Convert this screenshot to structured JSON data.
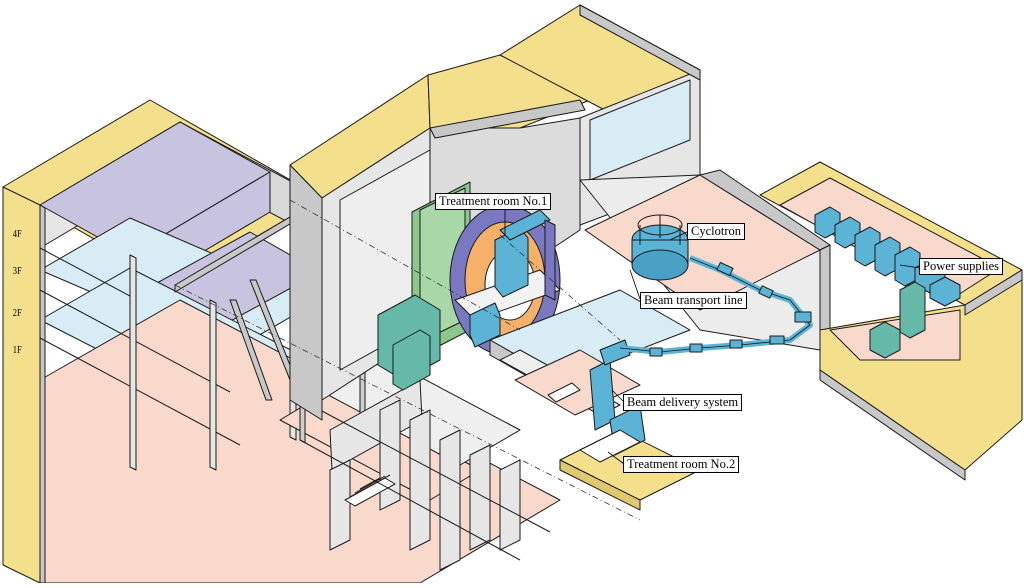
{
  "labels": {
    "treatment_room_1": "Treatment room No.1",
    "cyclotron": "Cyclotron",
    "power_supplies": "Power supplies",
    "beam_transport_line": "Beam transport line",
    "beam_delivery_system": "Beam delivery system",
    "treatment_room_2": "Treatment room No.2"
  },
  "floors": [
    "4F",
    "3F",
    "2F",
    "1F"
  ],
  "colors": {
    "wall_top": "#f4e08c",
    "wall_side": "#c8c8c8",
    "wall_face": "#e6e6e6",
    "floor_pink": "#f9d9cc",
    "floor_blue": "#d7ecf4",
    "floor_purple": "#c8c4e0",
    "equipment_blue": "#5bb3d6",
    "gantry_green": "#8cc88c",
    "gantry_purple": "#7a78c0",
    "gantry_orange": "#f5b06a",
    "cabinet_teal": "#66b8a8",
    "outline": "#1a1a1a"
  }
}
